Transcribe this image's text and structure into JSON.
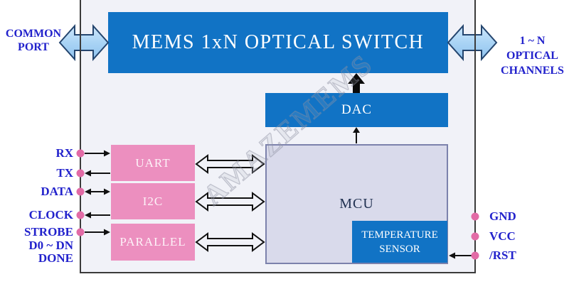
{
  "diagram": {
    "title": "MEMS 1xN OPTICAL SWITCH",
    "common_port": {
      "lines": [
        "COMMON",
        "PORT"
      ]
    },
    "optical_channels": {
      "lines": [
        "1 ~ N",
        "OPTICAL",
        "CHANNELS"
      ]
    },
    "blocks": {
      "dac": {
        "label": "DAC"
      },
      "mcu": {
        "label": "MCU"
      },
      "temperature_sensor": {
        "lines": [
          "TEMPERATURE",
          "SENSOR"
        ]
      },
      "uart": {
        "label": "UART"
      },
      "i2c": {
        "label": "I2C"
      },
      "parallel": {
        "label": "PARALLEL"
      }
    },
    "pins_left": [
      {
        "label": "RX",
        "direction": "input"
      },
      {
        "label": "TX",
        "direction": "output"
      },
      {
        "label": "DATA",
        "direction": "bidirectional"
      },
      {
        "label": "CLOCK",
        "direction": "output"
      },
      {
        "label": "STROBE",
        "direction": "input"
      },
      {
        "label": "D0 ~ DN",
        "direction": "none"
      },
      {
        "label": "DONE",
        "direction": "none"
      }
    ],
    "pins_right": [
      {
        "label": "GND",
        "direction": "none"
      },
      {
        "label": "VCC",
        "direction": "none"
      },
      {
        "label": "/RST",
        "direction": "input"
      }
    ],
    "watermark": "AMAZEMEMS",
    "colors": {
      "block_blue": "#1173c5",
      "block_pink": "#ec8fbf",
      "mcu_fill": "#d9daeb",
      "mcu_border": "#7c82ac",
      "inner_background": "#f1f2f8",
      "outer_border": "#3b3b3b",
      "pin_dot": "#e26ba6",
      "label_text": "#2222cc",
      "port_arrow_fill": "#aad4f5",
      "port_arrow_border": "#24456e"
    }
  }
}
